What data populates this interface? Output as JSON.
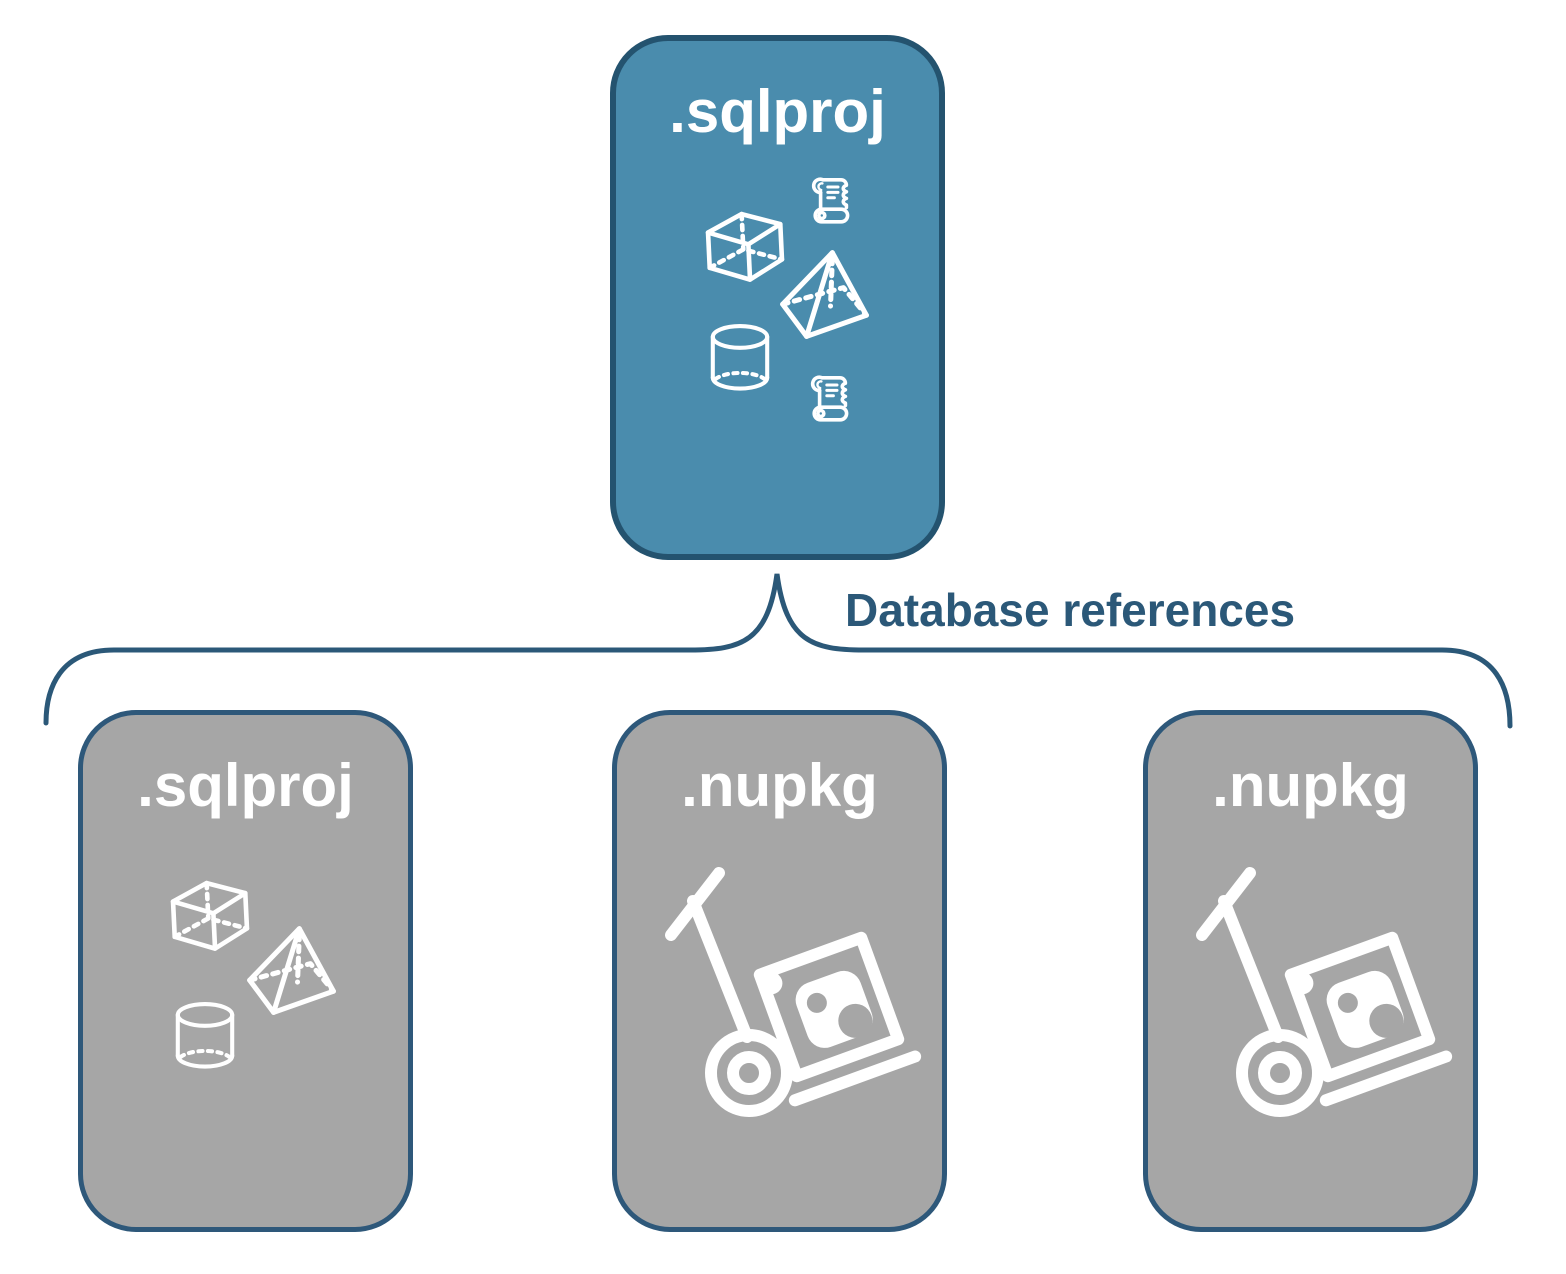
{
  "diagram": {
    "root_box": {
      "label": ".sqlproj",
      "icons": [
        "cube-icon",
        "scroll-icon",
        "pyramid-icon",
        "cylinder-icon",
        "scroll-icon"
      ]
    },
    "connector": {
      "label": "Database references",
      "shape": "upward-brace"
    },
    "child_boxes": [
      {
        "label": ".sqlproj",
        "icons": [
          "cube-icon",
          "pyramid-icon",
          "cylinder-icon"
        ]
      },
      {
        "label": ".nupkg",
        "icons": [
          "package-dolly-icon"
        ]
      },
      {
        "label": ".nupkg",
        "icons": [
          "package-dolly-icon"
        ]
      }
    ],
    "colors": {
      "root_fill": "#4A8CAD",
      "root_border": "#24536F",
      "child_fill": "#A6A6A6",
      "child_border": "#2E587A",
      "connector_line": "#2B5878",
      "connector_label_text": "#2B5878",
      "box_label_text": "#FFFFFF",
      "icon_stroke": "#FFFFFF"
    }
  }
}
